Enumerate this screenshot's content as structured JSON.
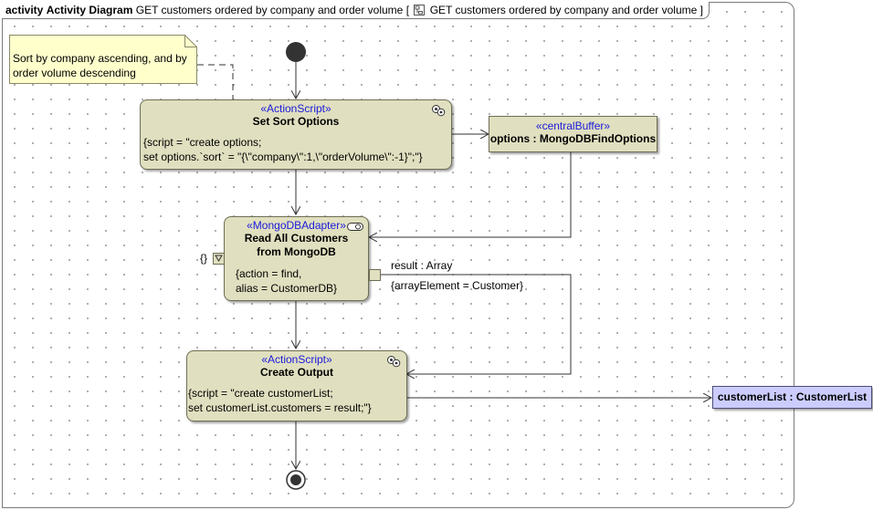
{
  "frame": {
    "kind": "activity",
    "title": "Activity Diagram",
    "name": "GET customers ordered by company and order volume",
    "bracket_open": "[",
    "reference": "GET customers ordered by company and order volume",
    "bracket_close": "]"
  },
  "note": {
    "line1": "Sort by company ascending, and by",
    "line2": "order volume descending"
  },
  "actions": {
    "set_sort": {
      "stereotype": "«ActionScript»",
      "name": "Set Sort Options",
      "tag_line1": "{script = \"create options;",
      "tag_line2": "set options.`sort` = \"{\\\"company\\\":1,\\\"orderVolume\\\":-1}\";\"}"
    },
    "read_customers": {
      "stereotype": "«MongoDBAdapter»",
      "name_line1": "Read All Customers",
      "name_line2": "from MongoDB",
      "tag_line1": "{action = find,",
      "tag_line2": "alias = CustomerDB}"
    },
    "create_output": {
      "stereotype": "«ActionScript»",
      "name": "Create Output",
      "tag_line1": "{script = \"create customerList;",
      "tag_line2": "set customerList.customers = result;\"}"
    }
  },
  "central_buffer": {
    "stereotype": "«centralBuffer»",
    "name": "options : MongoDBFindOptions"
  },
  "output_object": {
    "name": "customerList : CustomerList"
  },
  "pins": {
    "input_label": "{}",
    "result_label": "result : Array",
    "result_tag": "{arrayElement = Customer}"
  },
  "colors": {
    "action_fill": "#e0dfbf",
    "object_fill": "#ccccff",
    "stereotype_text": "#1a1adc"
  }
}
